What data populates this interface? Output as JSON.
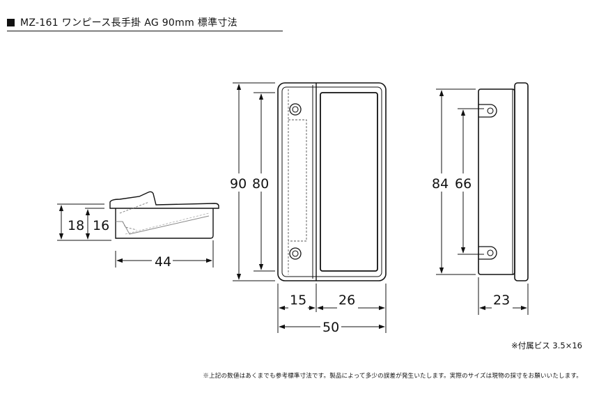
{
  "header": {
    "title": "MZ-161 ワンピース長手掛 AG 90mm 標準寸法"
  },
  "dimensions": {
    "side_height_outer": "18",
    "side_height_inner": "16",
    "side_width": "44",
    "front_height_outer": "90",
    "front_height_inner": "80",
    "front_width_left": "15",
    "front_width_right": "26",
    "front_width_total": "50",
    "back_height_outer": "84",
    "back_height_inner": "66",
    "back_width": "23"
  },
  "notes": {
    "screw": "※付属ビス 3.5×16",
    "footer": "※上記の数値はあくまでも参考標準寸法です。製品によって多少の誤差が発生いたします。実際のサイズは現物の採寸をお願いいたします。"
  }
}
